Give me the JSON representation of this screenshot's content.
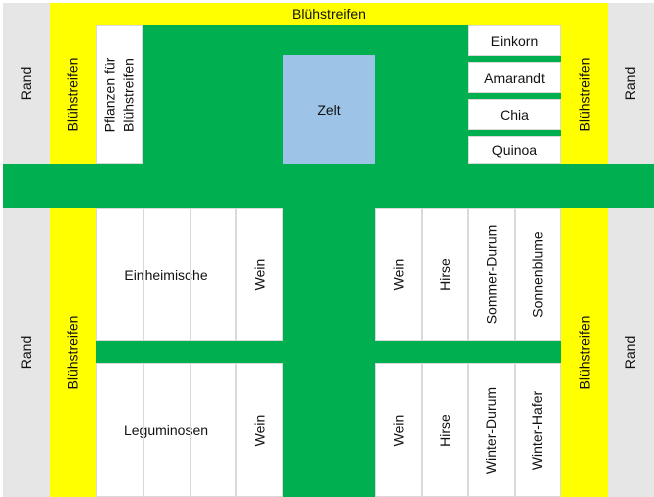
{
  "rand": "Rand",
  "bluehstreifen": "Blühstreifen",
  "pflanzen": [
    "Pflanzen für",
    "Blühstreifen"
  ],
  "zelt": "Zelt",
  "top_right": [
    "Einkorn",
    "Amarandt",
    "Chia",
    "Quinoa"
  ],
  "upper_left": {
    "main": "Einheimische",
    "wein": "Wein"
  },
  "lower_left": {
    "main": "Leguminosen",
    "wein": "Wein"
  },
  "upper_right": [
    "Wein",
    "Hirse",
    "Sommer-Durum",
    "Sonnenblume"
  ],
  "lower_right": [
    "Wein",
    "Hirse",
    "Winter-Durum",
    "Winter-Hafer"
  ],
  "colors": {
    "path": "#00b050",
    "flower_strip": "#ffff00",
    "edge": "#e6e6e6",
    "tent": "#9dc3e6"
  }
}
